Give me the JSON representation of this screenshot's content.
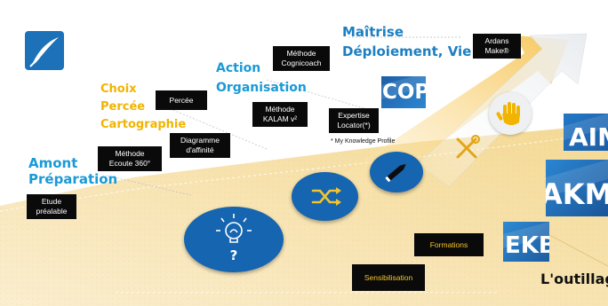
{
  "stages": {
    "amont": [
      "Amont",
      "Préparation"
    ],
    "choix": [
      "Choix",
      "Percée",
      "Cartographie"
    ],
    "action": [
      "Action",
      "Organisation"
    ],
    "maitrise": [
      "Maîtrise",
      "Déploiement, Vie"
    ]
  },
  "labels": {
    "etude": [
      "Etude",
      "préalable"
    ],
    "methode_ecoute": [
      "Méthode",
      "Ecoute 360°"
    ],
    "diagramme": [
      "Diagramme",
      "d'affinité"
    ],
    "percee": "Percée",
    "methode_kalam": [
      "Méthode",
      "KALAM v²"
    ],
    "methode_cognicoach": [
      "Méthode",
      "Cognicoach"
    ],
    "expertise": [
      "Expertise",
      "Locator(*)"
    ],
    "ardans": [
      "Ardans",
      "Make®"
    ],
    "formations": "Formations",
    "sensibilisation": "Sensibilisation"
  },
  "footnote": "* My Knowledge Profile",
  "question_mark": "?",
  "tiles": {
    "cop": "COP",
    "aim": "AIM",
    "akm": "AKM",
    "ekb": "EKB"
  },
  "outillage": "L'outillage",
  "colors": {
    "blue": "#1a9ad6",
    "gold": "#f0b400",
    "dark_blue": "#1565b0",
    "road": "#f6e3b4",
    "arrow_gold": "#f9d98a"
  }
}
